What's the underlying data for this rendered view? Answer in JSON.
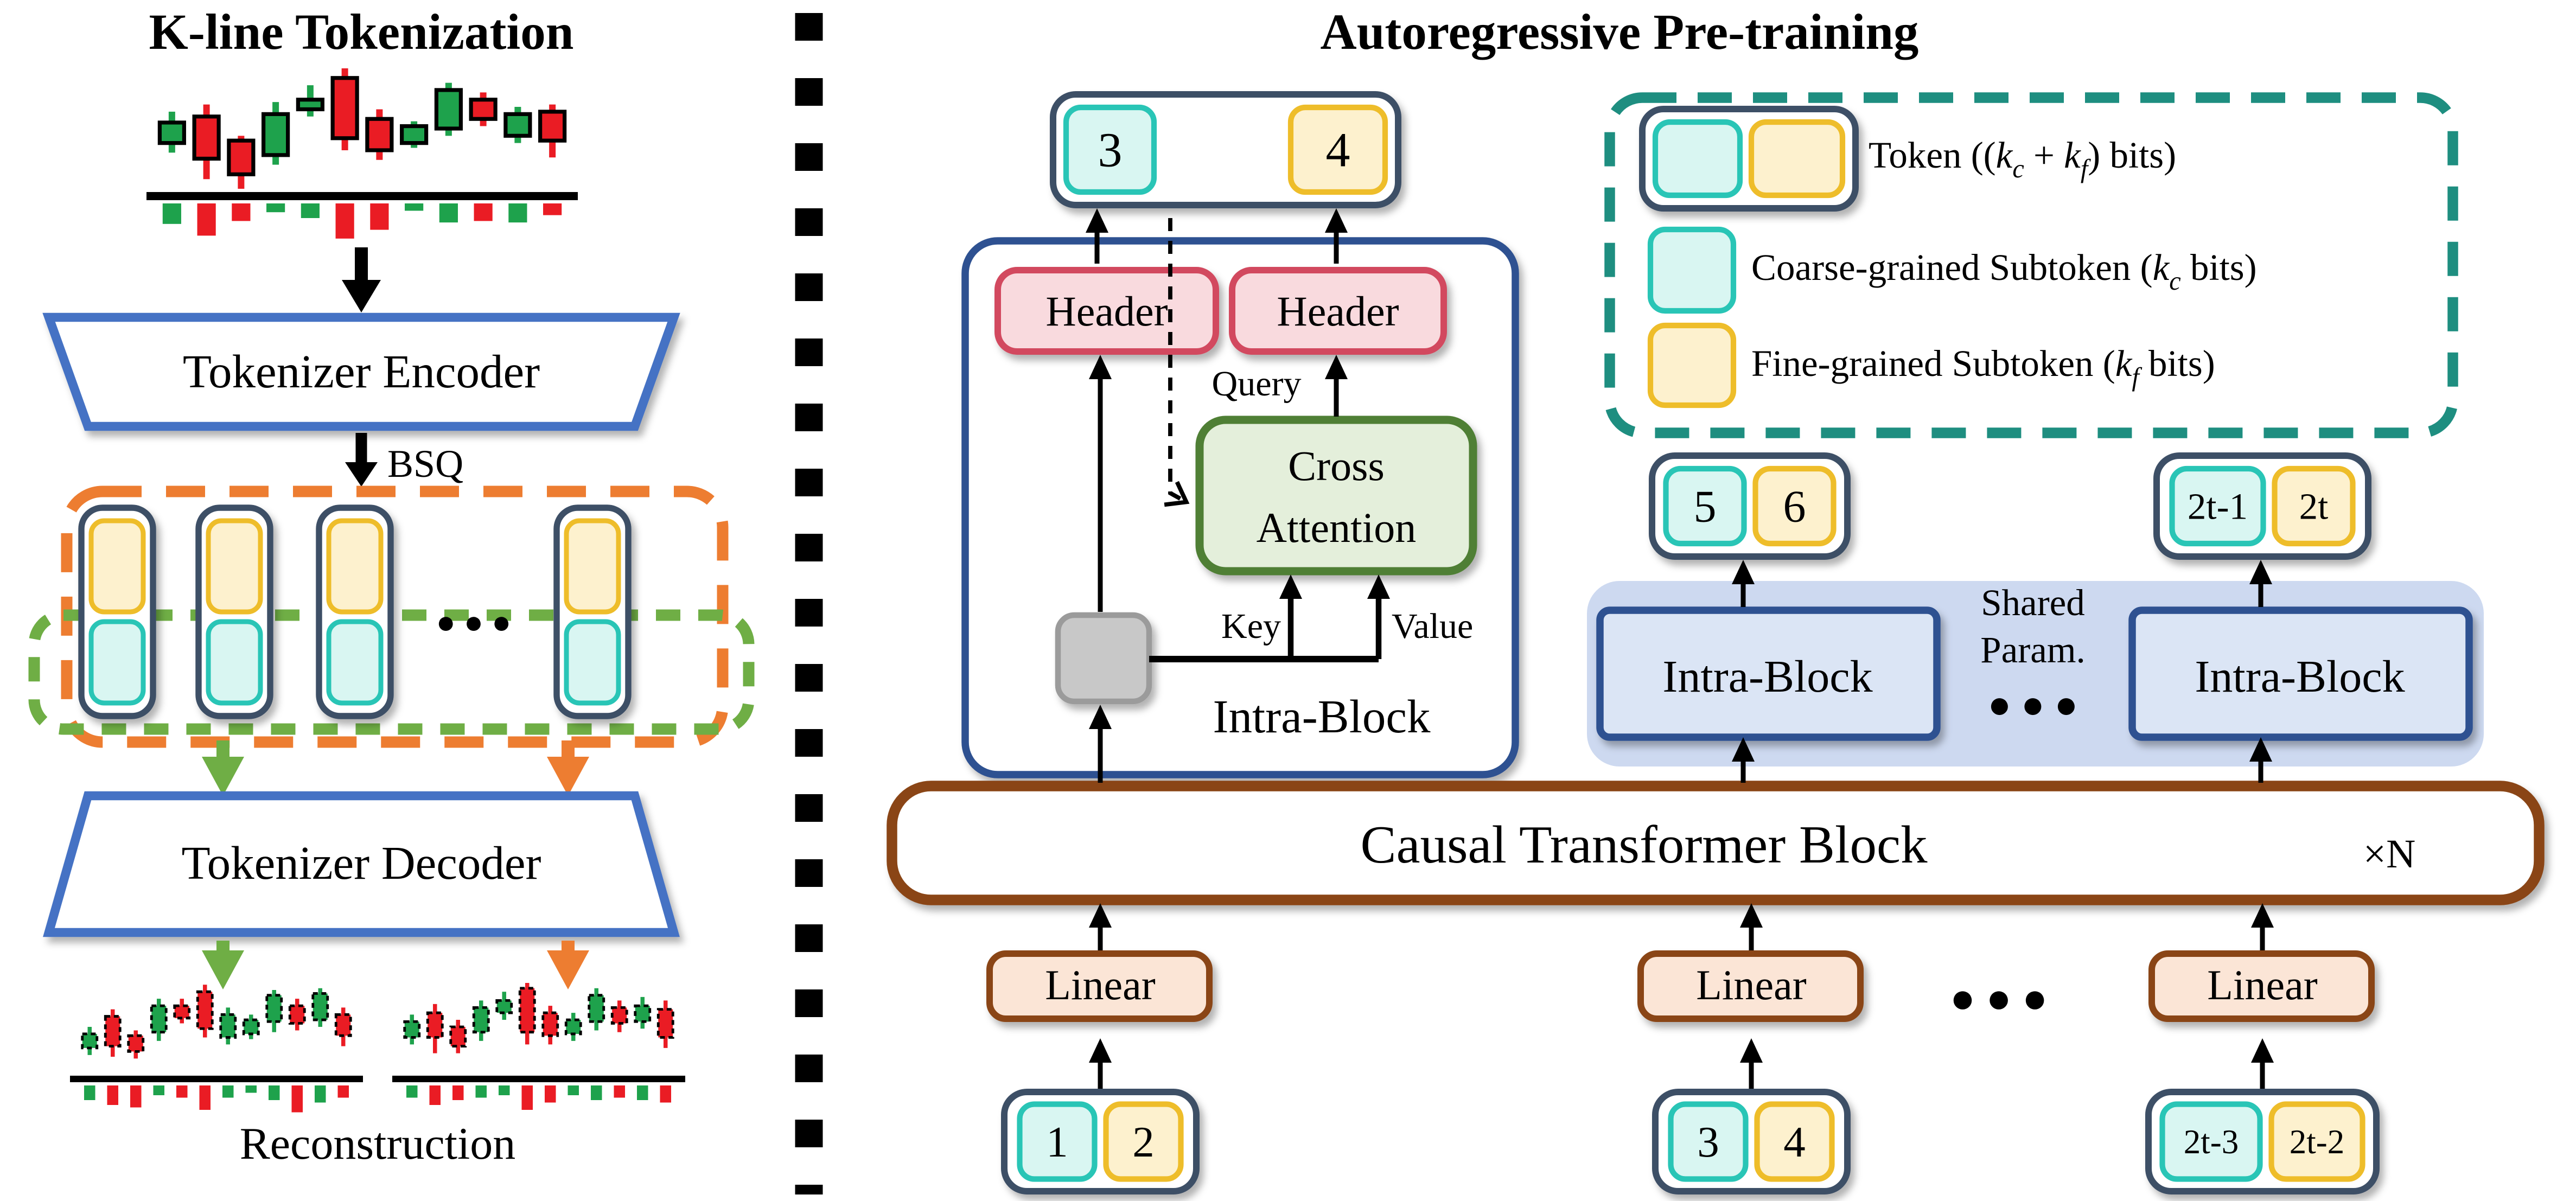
{
  "titles": {
    "left": "K-line Tokenization",
    "right": "Autoregressive Pre-training"
  },
  "left": {
    "encoder": "Tokenizer Encoder",
    "bsq": "BSQ",
    "decoder": "Tokenizer Decoder",
    "reconstruction": "Reconstruction",
    "dots": "● ● ●"
  },
  "right": {
    "header": "Header",
    "cross_attention": [
      "Cross",
      "Attention"
    ],
    "query": "Query",
    "key": "Key",
    "value": "Value",
    "intra_block": "Intra-Block",
    "shared_param": [
      "Shared",
      "Param."
    ],
    "dots": "● ● ●",
    "causal_block": "Causal Transformer Block",
    "repeat": "×N",
    "linear": "Linear",
    "token_pairs": {
      "output_top": [
        "3",
        "4"
      ],
      "output_mid": [
        "5",
        "6"
      ],
      "output_right": [
        "2t-1",
        "2t"
      ],
      "input_left": [
        "1",
        "2"
      ],
      "input_mid": [
        "3",
        "4"
      ],
      "input_right": [
        "2t-3",
        "2t-2"
      ]
    },
    "legend": {
      "token": [
        [
          "Token ((",
          "n"
        ],
        [
          "k",
          "i"
        ],
        [
          "c",
          "sub"
        ],
        [
          " + ",
          "n"
        ],
        [
          "k",
          "i"
        ],
        [
          "f",
          "sub"
        ],
        [
          ") bits)",
          "n"
        ]
      ],
      "coarse": [
        [
          "Coarse-grained Subtoken (",
          "n"
        ],
        [
          "k",
          "i"
        ],
        [
          "c",
          "sub"
        ],
        [
          " bits)",
          "n"
        ]
      ],
      "fine": [
        [
          "Fine-grained Subtoken (",
          "n"
        ],
        [
          "k",
          "i"
        ],
        [
          "f",
          "sub"
        ],
        [
          " bits)",
          "n"
        ]
      ]
    }
  },
  "colors": {
    "navy": "#3e4f66",
    "tealStroke": "#29c5b6",
    "tealFill": "#d9f6f2",
    "yellowStroke": "#eebd2a",
    "yellowFill": "#fdf1ce",
    "pinkFill": "#f9dade",
    "pinkStroke": "#d24a5e",
    "attnFill": "#e4efdb",
    "attnStroke": "#507f34",
    "grayFill": "#c8c8c8",
    "grayStroke": "#9b9b9b",
    "brown": "#8a4513",
    "linearFill": "#fbe5d6",
    "sharedFill": "#cdd9f0",
    "ibFill": "#dbe5f5",
    "ibStroke": "#2e5191",
    "orangeDash": "#ed7d31",
    "greenDash": "#6fae45",
    "legendTeal": "#1e8e80",
    "candleGreen": "#1ea24c",
    "candleRed": "#ea1c24",
    "encoderBlue": "#4472c4"
  },
  "chart_data": [
    {
      "id": "input_kline",
      "type": "candlestick",
      "candles": [
        {
          "c": "g",
          "w": [
            36,
            70
          ],
          "b": [
            45,
            62
          ],
          "v": 14
        },
        {
          "c": "r",
          "w": [
            30,
            92
          ],
          "b": [
            40,
            75
          ],
          "v": 22
        },
        {
          "c": "r",
          "w": [
            56,
            100
          ],
          "b": [
            60,
            88
          ],
          "v": 12
        },
        {
          "c": "g",
          "w": [
            28,
            80
          ],
          "b": [
            38,
            72
          ],
          "v": 6
        },
        {
          "c": "g",
          "w": [
            14,
            40
          ],
          "b": [
            26,
            34
          ],
          "v": 10
        },
        {
          "c": "r",
          "w": [
            0,
            68
          ],
          "b": [
            8,
            58
          ],
          "v": 24
        },
        {
          "c": "r",
          "w": [
            34,
            76
          ],
          "b": [
            42,
            68
          ],
          "v": 18
        },
        {
          "c": "g",
          "w": [
            44,
            66
          ],
          "b": [
            48,
            62
          ],
          "v": 5
        },
        {
          "c": "g",
          "w": [
            12,
            56
          ],
          "b": [
            18,
            50
          ],
          "v": 13
        },
        {
          "c": "r",
          "w": [
            20,
            48
          ],
          "b": [
            26,
            42
          ],
          "v": 12
        },
        {
          "c": "g",
          "w": [
            32,
            62
          ],
          "b": [
            38,
            56
          ],
          "v": 13
        },
        {
          "c": "r",
          "w": [
            30,
            74
          ],
          "b": [
            36,
            60
          ],
          "v": 8
        }
      ]
    },
    {
      "id": "reconstruction_left",
      "type": "candlestick",
      "candles": [
        {
          "c": "g",
          "w": [
            50,
            82
          ],
          "b": [
            58,
            74
          ],
          "v": 12
        },
        {
          "c": "r",
          "w": [
            30,
            84
          ],
          "b": [
            38,
            72
          ],
          "v": 16
        },
        {
          "c": "r",
          "w": [
            54,
            86
          ],
          "b": [
            60,
            78
          ],
          "v": 18
        },
        {
          "c": "g",
          "w": [
            18,
            66
          ],
          "b": [
            26,
            56
          ],
          "v": 8
        },
        {
          "c": "r",
          "w": [
            18,
            46
          ],
          "b": [
            26,
            40
          ],
          "v": 10
        },
        {
          "c": "r",
          "w": [
            2,
            62
          ],
          "b": [
            10,
            52
          ],
          "v": 20
        },
        {
          "c": "g",
          "w": [
            28,
            70
          ],
          "b": [
            36,
            62
          ],
          "v": 10
        },
        {
          "c": "g",
          "w": [
            36,
            64
          ],
          "b": [
            42,
            58
          ],
          "v": 6
        },
        {
          "c": "g",
          "w": [
            8,
            56
          ],
          "b": [
            14,
            44
          ],
          "v": 12
        },
        {
          "c": "r",
          "w": [
            18,
            54
          ],
          "b": [
            26,
            46
          ],
          "v": 22
        },
        {
          "c": "g",
          "w": [
            6,
            50
          ],
          "b": [
            12,
            42
          ],
          "v": 14
        },
        {
          "c": "r",
          "w": [
            28,
            72
          ],
          "b": [
            36,
            60
          ],
          "v": 10
        }
      ]
    },
    {
      "id": "reconstruction_right",
      "type": "candlestick",
      "candles": [
        {
          "c": "g",
          "w": [
            36,
            70
          ],
          "b": [
            44,
            62
          ],
          "v": 10
        },
        {
          "c": "r",
          "w": [
            24,
            80
          ],
          "b": [
            34,
            62
          ],
          "v": 16
        },
        {
          "c": "r",
          "w": [
            42,
            80
          ],
          "b": [
            50,
            72
          ],
          "v": 12
        },
        {
          "c": "g",
          "w": [
            20,
            66
          ],
          "b": [
            28,
            56
          ],
          "v": 10
        },
        {
          "c": "g",
          "w": [
            10,
            42
          ],
          "b": [
            20,
            34
          ],
          "v": 8
        },
        {
          "c": "r",
          "w": [
            0,
            70
          ],
          "b": [
            6,
            56
          ],
          "v": 20
        },
        {
          "c": "r",
          "w": [
            26,
            70
          ],
          "b": [
            34,
            60
          ],
          "v": 14
        },
        {
          "c": "g",
          "w": [
            34,
            66
          ],
          "b": [
            42,
            58
          ],
          "v": 8
        },
        {
          "c": "g",
          "w": [
            6,
            54
          ],
          "b": [
            14,
            44
          ],
          "v": 12
        },
        {
          "c": "r",
          "w": [
            20,
            56
          ],
          "b": [
            28,
            46
          ],
          "v": 10
        },
        {
          "c": "g",
          "w": [
            16,
            52
          ],
          "b": [
            26,
            44
          ],
          "v": 12
        },
        {
          "c": "r",
          "w": [
            20,
            74
          ],
          "b": [
            30,
            62
          ],
          "v": 14
        }
      ]
    }
  ]
}
